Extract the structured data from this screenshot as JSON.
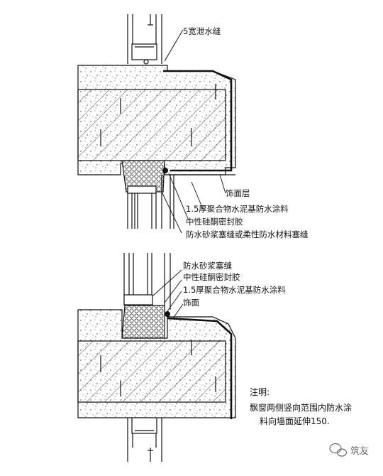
{
  "top_detail": {
    "drain_gap_label": "5宽泄水缝",
    "finish_layer_label": "饰面层",
    "coating_label": "1.5厚聚合物水泥基防水涂料",
    "sealant_label": "中性硅酮密封胶",
    "filler_label": "防水砂浆塞缝或柔性防水材料塞缝"
  },
  "bottom_detail": {
    "mortar_fill_label": "防水砂浆塞缝",
    "sealant_label": "中性硅酮密封胶",
    "coating_label": "1.5厚聚合物水泥基防水涂料",
    "finish_label": "饰面"
  },
  "notes": {
    "title": "注明:",
    "line1": "飘窗两侧竖向范围内防水涂",
    "line2": "料向墙面延伸150."
  },
  "watermark": {
    "text": "筑友"
  },
  "colors": {
    "line": "#111111",
    "background": "#ffffff",
    "watermark": "#6b6b6b"
  }
}
